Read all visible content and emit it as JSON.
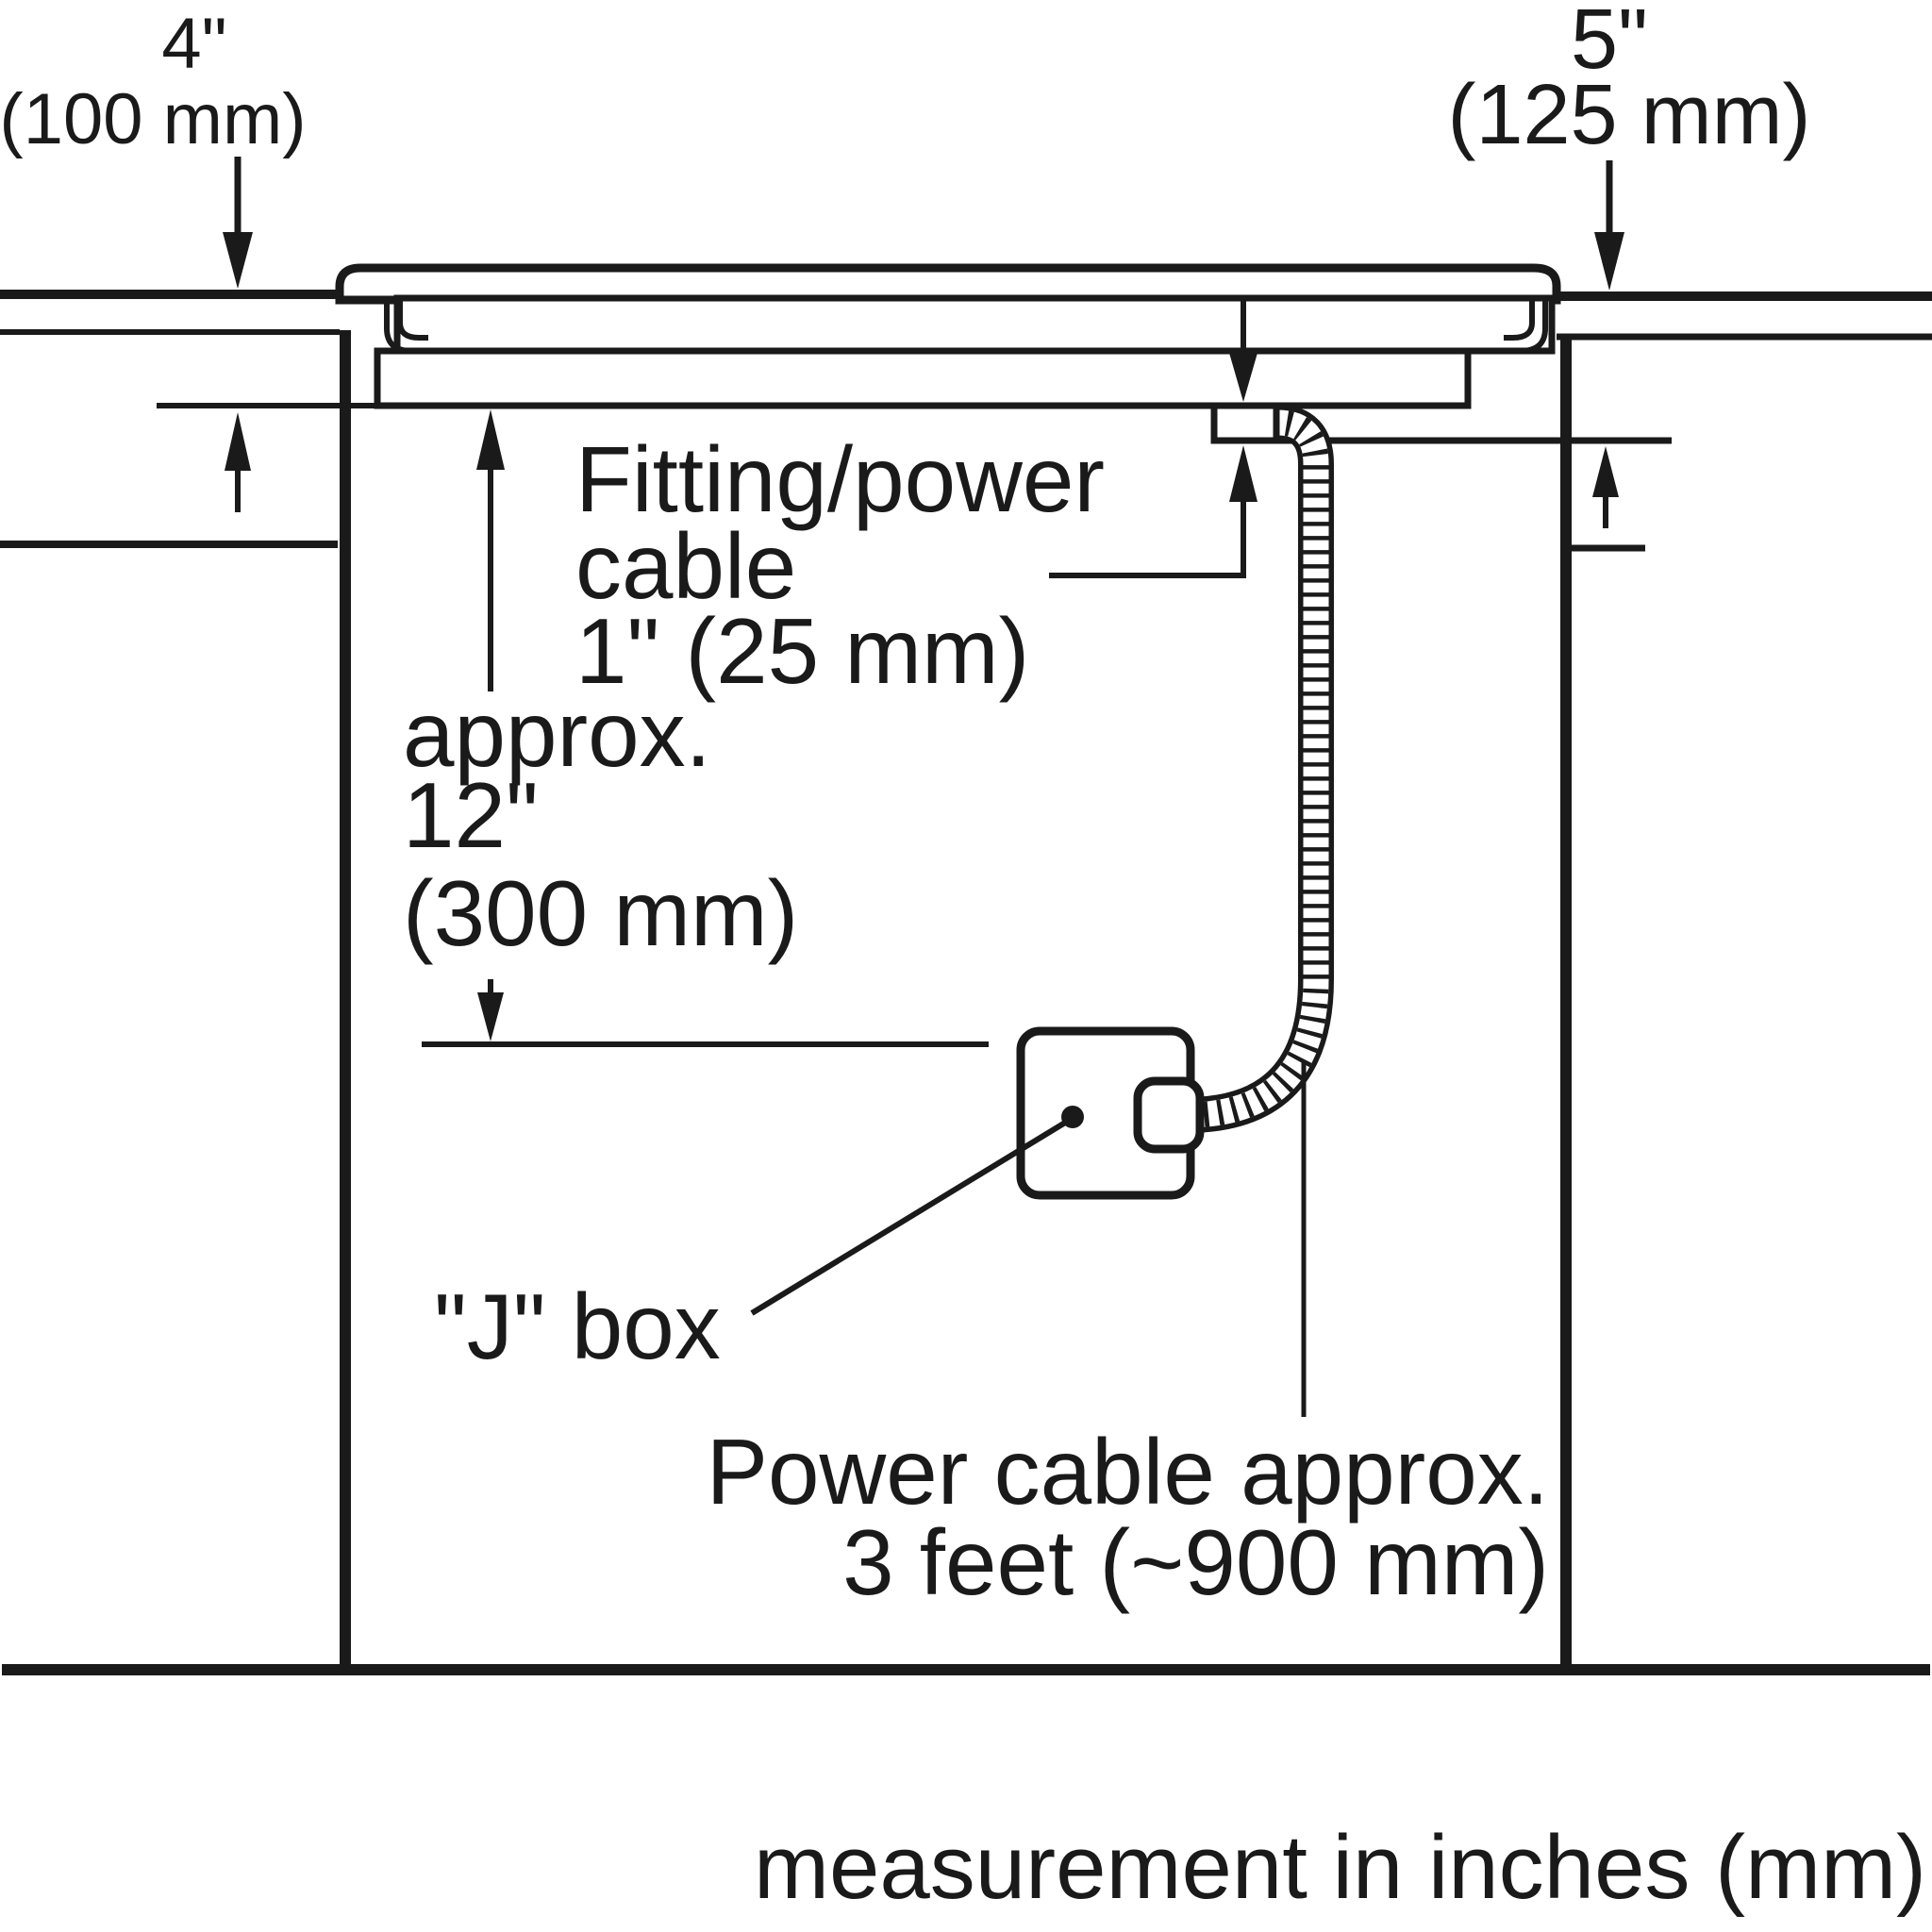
{
  "page": {
    "background_color": "#ffffff",
    "line_color": "#1a1a1a"
  },
  "diagram": {
    "dims": {
      "top_left": {
        "value": "4\"",
        "metric": "(100 mm)"
      },
      "top_right": {
        "value": "5\"",
        "metric": "(125 mm)"
      },
      "fitting": {
        "line1": "Fitting/power",
        "line2": "cable",
        "line3": "1\" (25 mm)"
      },
      "depth": {
        "line1": "approx.",
        "line2": "12\"",
        "line3": "(300 mm)"
      }
    },
    "labels": {
      "jbox": "\"J\" box",
      "power_cable_line1": "Power cable approx.",
      "power_cable_line2": "3 feet (~900 mm)",
      "caption": "measurement in inches (mm)"
    }
  }
}
